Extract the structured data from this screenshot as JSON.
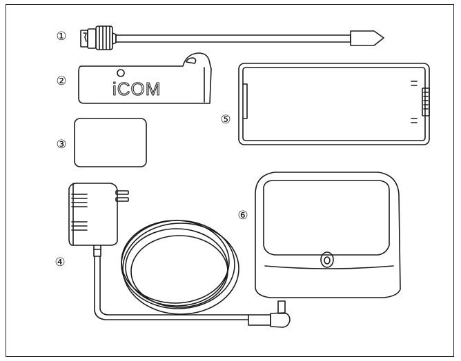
{
  "figure": {
    "labels": {
      "antenna": "①",
      "belt_clip": "②",
      "name_plate": "③",
      "ac_adapter": "④",
      "battery_pack": "⑤",
      "charger": "⑥"
    },
    "belt_clip_brand": "iCOM"
  }
}
